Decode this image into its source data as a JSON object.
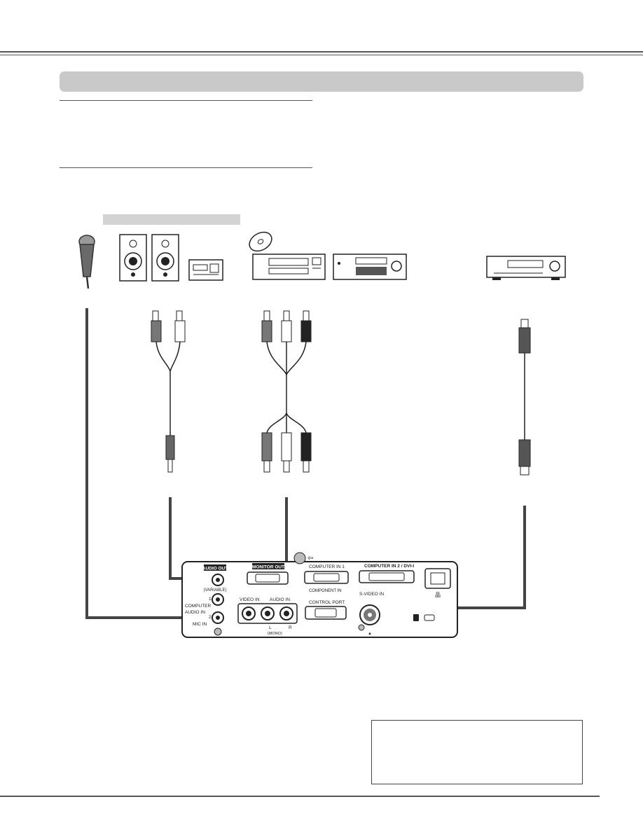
{
  "labels": {
    "audio_out": "AUDIO OUT",
    "variable": "(VARIABLE)",
    "monitor_out": "MONITOR OUT",
    "computer_in_1": "COMPUTER IN 1",
    "component_in": "COMPONENT IN",
    "computer_in_2": "COMPUTER IN 2 / DVI-I",
    "computer_audio_in": "COMPUTER",
    "audio_in_word": "AUDIO IN",
    "port_1": "1",
    "port_2": "2",
    "mic_in": "MIC IN",
    "video_in": "VIDEO IN",
    "audio_in": "AUDIO IN",
    "left": "L",
    "right": "R",
    "mono": "(MONO)",
    "control_port": "CONTROL PORT",
    "s_video_in": "S-VIDEO IN"
  },
  "colors": {
    "section_bar": "#c9c9c9",
    "devices_bar": "#d3d3d3",
    "cable_line": "#444444"
  },
  "icons": [
    "microphone-icon",
    "speaker-icon",
    "amplifier-icon",
    "cd-disc-icon",
    "video-deck-icon",
    "av-receiver-icon",
    "warning-icon"
  ]
}
